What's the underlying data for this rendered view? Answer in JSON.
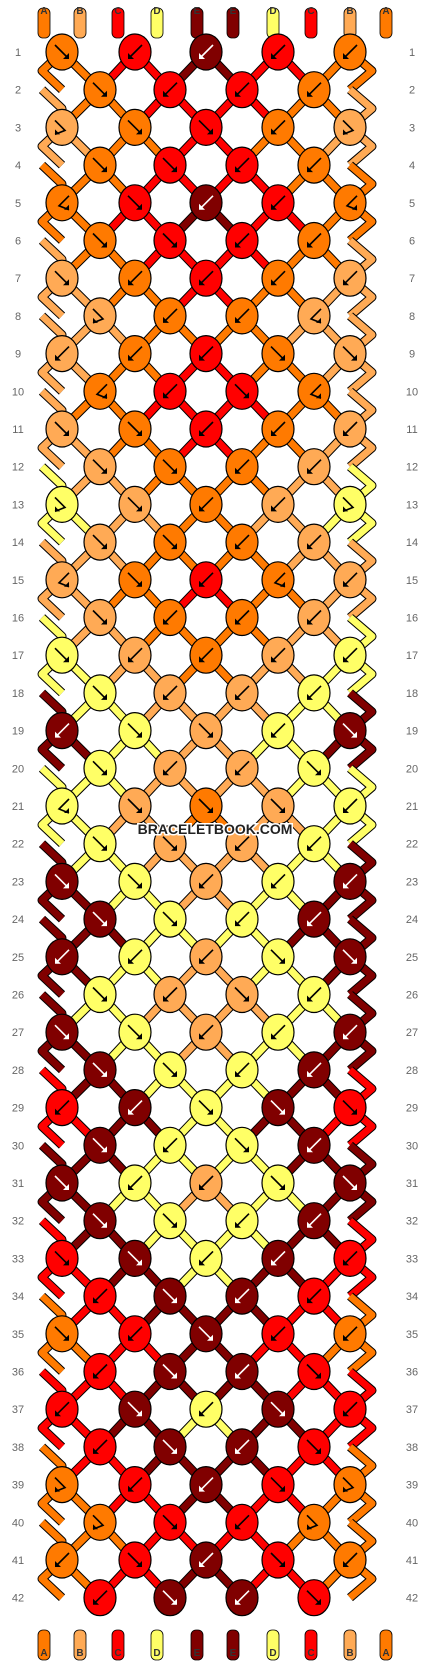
{
  "colors": {
    "A": "#ff7a00",
    "B": "#ffaa55",
    "C": "#ff0000",
    "D": "#ffff66",
    "E": "#800000"
  },
  "strings_top": [
    "A",
    "B",
    "C",
    "D",
    "E",
    "E",
    "D",
    "C",
    "B",
    "A"
  ],
  "strings_bottom": [
    "A",
    "B",
    "C",
    "D",
    "E",
    "E",
    "D",
    "C",
    "B",
    "A"
  ],
  "row_count": 42,
  "rows": [
    "1",
    "2",
    "3",
    "4",
    "5",
    "6",
    "7",
    "8",
    "9",
    "10",
    "11",
    "12",
    "13",
    "14",
    "15",
    "16",
    "17",
    "18",
    "19",
    "20",
    "21",
    "22",
    "23",
    "24",
    "25",
    "26",
    "27",
    "28",
    "29",
    "30",
    "31",
    "32",
    "33",
    "34",
    "35",
    "36",
    "37",
    "38",
    "39",
    "40",
    "41",
    "42"
  ],
  "watermark": "BRACELETBOOK.COM",
  "knots": [
    [
      "A",
      "C",
      "E",
      "C",
      "A"
    ],
    [
      "A",
      "C",
      "C",
      "A"
    ],
    [
      "B",
      "A",
      "C",
      "A",
      "B"
    ],
    [
      "A",
      "C",
      "C",
      "A"
    ],
    [
      "A",
      "C",
      "E",
      "C",
      "A"
    ],
    [
      "A",
      "C",
      "C",
      "A"
    ],
    [
      "B",
      "A",
      "C",
      "A",
      "B"
    ],
    [
      "B",
      "A",
      "A",
      "B"
    ],
    [
      "B",
      "A",
      "C",
      "A",
      "B"
    ],
    [
      "A",
      "C",
      "C",
      "A"
    ],
    [
      "B",
      "A",
      "C",
      "A",
      "B"
    ],
    [
      "B",
      "A",
      "A",
      "B"
    ],
    [
      "D",
      "B",
      "A",
      "B",
      "D"
    ],
    [
      "B",
      "A",
      "A",
      "B"
    ],
    [
      "B",
      "A",
      "C",
      "A",
      "B"
    ],
    [
      "B",
      "A",
      "A",
      "B"
    ],
    [
      "D",
      "B",
      "A",
      "B",
      "D"
    ],
    [
      "D",
      "B",
      "B",
      "D"
    ],
    [
      "E",
      "D",
      "B",
      "D",
      "E"
    ],
    [
      "D",
      "B",
      "B",
      "D"
    ],
    [
      "D",
      "B",
      "A",
      "B",
      "D"
    ],
    [
      "D",
      "B",
      "B",
      "D"
    ],
    [
      "E",
      "D",
      "B",
      "D",
      "E"
    ],
    [
      "E",
      "D",
      "D",
      "E"
    ],
    [
      "E",
      "D",
      "B",
      "D",
      "E"
    ],
    [
      "D",
      "B",
      "B",
      "D"
    ],
    [
      "E",
      "D",
      "B",
      "D",
      "E"
    ],
    [
      "E",
      "D",
      "D",
      "E"
    ],
    [
      "C",
      "E",
      "D",
      "E",
      "C"
    ],
    [
      "E",
      "D",
      "D",
      "E"
    ],
    [
      "E",
      "D",
      "B",
      "D",
      "E"
    ],
    [
      "E",
      "D",
      "D",
      "E"
    ],
    [
      "C",
      "E",
      "D",
      "E",
      "C"
    ],
    [
      "C",
      "E",
      "E",
      "C"
    ],
    [
      "A",
      "C",
      "E",
      "C",
      "A"
    ],
    [
      "C",
      "E",
      "E",
      "C"
    ],
    [
      "C",
      "E",
      "D",
      "E",
      "C"
    ],
    [
      "C",
      "E",
      "E",
      "C"
    ],
    [
      "A",
      "C",
      "E",
      "C",
      "A"
    ],
    [
      "A",
      "C",
      "C",
      "A"
    ],
    [
      "A",
      "C",
      "E",
      "C",
      "A"
    ],
    [
      "C",
      "E",
      "E",
      "C"
    ]
  ],
  "arrows": [
    [
      "se",
      "sw",
      "sw",
      "sw",
      "sw"
    ],
    [
      "se",
      "sw",
      "sw",
      "sw"
    ],
    [
      "rn",
      "se",
      "se",
      "sw",
      "rn"
    ],
    [
      "se",
      "se",
      "sw",
      "sw"
    ],
    [
      "ln",
      "se",
      "sw",
      "sw",
      "ln"
    ],
    [
      "se",
      "se",
      "sw",
      "sw"
    ],
    [
      "se",
      "sw",
      "sw",
      "sw",
      "sw"
    ],
    [
      "rn",
      "sw",
      "sw",
      "ln"
    ],
    [
      "sw",
      "sw",
      "sw",
      "se",
      "se"
    ],
    [
      "ln",
      "sw",
      "se",
      "ln"
    ],
    [
      "se",
      "se",
      "sw",
      "sw",
      "sw"
    ],
    [
      "se",
      "se",
      "sw",
      "sw"
    ],
    [
      "rn",
      "se",
      "sw",
      "sw",
      "rn"
    ],
    [
      "se",
      "se",
      "sw",
      "sw"
    ],
    [
      "ln",
      "se",
      "sw",
      "ln",
      "sw"
    ],
    [
      "se",
      "sw",
      "sw",
      "sw"
    ],
    [
      "se",
      "sw",
      "sw",
      "sw",
      "sw"
    ],
    [
      "se",
      "sw",
      "sw",
      "sw"
    ],
    [
      "sw",
      "se",
      "se",
      "sw",
      "se"
    ],
    [
      "se",
      "sw",
      "sw",
      "se"
    ],
    [
      "ln",
      "se",
      "se",
      "se",
      "sw"
    ],
    [
      "se",
      "se",
      "sw",
      "sw"
    ],
    [
      "se",
      "se",
      "sw",
      "sw",
      "sw"
    ],
    [
      "se",
      "se",
      "sw",
      "sw"
    ],
    [
      "sw",
      "sw",
      "sw",
      "se",
      "se"
    ],
    [
      "se",
      "sw",
      "se",
      "sw"
    ],
    [
      "se",
      "se",
      "sw",
      "sw",
      "sw"
    ],
    [
      "se",
      "se",
      "sw",
      "sw"
    ],
    [
      "sw",
      "sw",
      "se",
      "se",
      "se"
    ],
    [
      "se",
      "sw",
      "se",
      "sw"
    ],
    [
      "se",
      "sw",
      "sw",
      "se",
      "se"
    ],
    [
      "se",
      "se",
      "sw",
      "sw"
    ],
    [
      "se",
      "se",
      "sw",
      "sw",
      "sw"
    ],
    [
      "sw",
      "se",
      "sw",
      "sw"
    ],
    [
      "se",
      "sw",
      "se",
      "sw",
      "sw"
    ],
    [
      "sw",
      "se",
      "sw",
      "se"
    ],
    [
      "sw",
      "se",
      "sw",
      "se",
      "sw"
    ],
    [
      "sw",
      "se",
      "sw",
      "se"
    ],
    [
      "rn",
      "sw",
      "sw",
      "se",
      "rn"
    ],
    [
      "rn",
      "se",
      "sw",
      "rn"
    ],
    [
      "sw",
      "se",
      "sw",
      "se",
      "sw"
    ],
    [
      "sw",
      "se",
      "sw",
      "se"
    ]
  ]
}
